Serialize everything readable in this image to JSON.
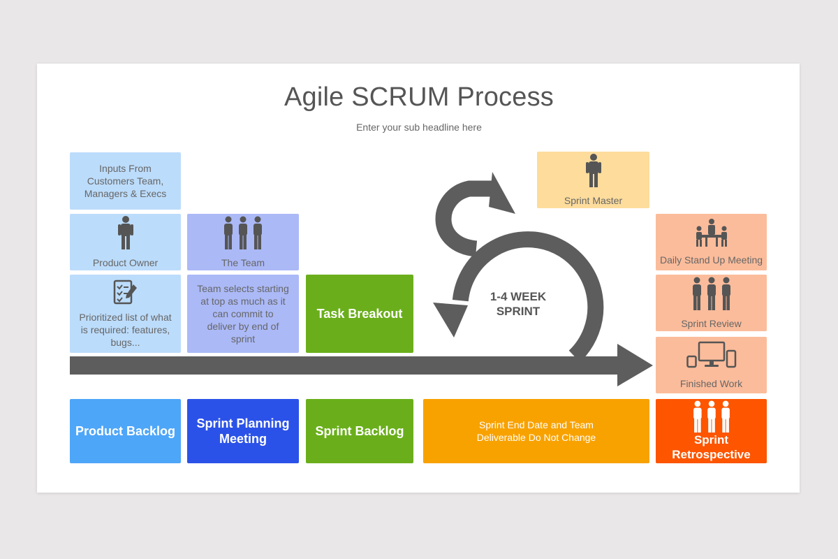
{
  "header": {
    "title": "Agile SCRUM Process",
    "subtitle": "Enter your sub headline here"
  },
  "colors": {
    "light_blue": "#bcdcfb",
    "lavender": "#abb9f7",
    "yellow": "#fddc9c",
    "salmon": "#fbbc9b",
    "blue": "#4ea6f8",
    "royal_blue": "#2b52e8",
    "green": "#6aaf1b",
    "orange": "#f8a200",
    "red_orange": "#fd5500",
    "arrow_gray": "#5d5d5d"
  },
  "column1": {
    "inputs": "Inputs From Customers Team, Managers & Execs",
    "product_owner": "Product Owner",
    "prioritized": "Prioritized list of what is required: features, bugs...",
    "product_backlog": "Product Backlog"
  },
  "column2": {
    "the_team": "The Team",
    "team_selects": "Team selects starting at top as much as it can commit to deliver by end of sprint",
    "sprint_planning": "Sprint Planning Meeting"
  },
  "column3": {
    "task_breakout": "Task Breakout",
    "sprint_backlog": "Sprint Backlog"
  },
  "center": {
    "sprint_length": "1-4 WEEK SPRINT",
    "sprint_end": "Sprint End Date and Team Deliverable Do Not Change"
  },
  "column5": {
    "sprint_master": "Sprint Master",
    "daily_standup": "Daily Stand Up Meeting",
    "sprint_review": "Sprint Review",
    "finished_work": "Finished Work",
    "sprint_retrospective": "Sprint Retrospective"
  },
  "icons": {
    "person": "person-icon",
    "team": "team-icon",
    "checklist": "checklist-icon",
    "meeting": "meeting-icon",
    "devices": "devices-icon",
    "loop_arrow": "loop-arrow-icon"
  }
}
